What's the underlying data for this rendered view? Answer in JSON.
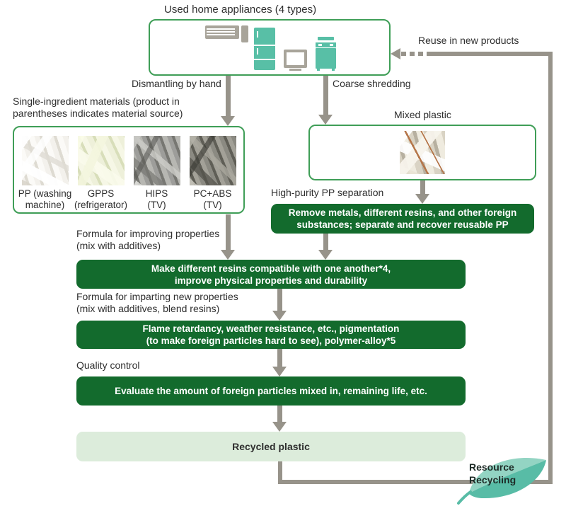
{
  "colors": {
    "dark_green": "#136b2d",
    "light_green": "#dcecdb",
    "border_green": "#3f9e57",
    "line_gray": "#97938a",
    "teal": "#58bfa6",
    "appliance_gray": "#a8a49a",
    "text_dark": "#2f2f2f",
    "leaf_light": "#93d4c3",
    "leaf_dark": "#58bca6"
  },
  "header": {
    "title": "Used home appliances (4 types)",
    "appliances": [
      "air-conditioner",
      "refrigerator",
      "monitor",
      "washing-machine"
    ]
  },
  "reuse_label": "Reuse in new products",
  "branch_left_label": "Dismantling by hand",
  "branch_right_label": "Coarse shredding",
  "materials": {
    "caption_line1": "Single-ingredient materials (product in",
    "caption_line2": "parentheses indicates material source)",
    "items": [
      {
        "line1": "PP (washing",
        "line2": "machine)"
      },
      {
        "line1": "GPPS",
        "line2": "(refrigerator)"
      },
      {
        "line1": "HIPS",
        "line2": "(TV)"
      },
      {
        "line1": "PC+ABS",
        "line2": "(TV)"
      }
    ]
  },
  "mixed_label": "Mixed plastic",
  "separation": {
    "label": "High-purity PP separation",
    "line1": "Remove metals, different resins, and other foreign",
    "line2": "substances; separate and recover reusable PP"
  },
  "step1": {
    "label_line1": "Formula for improving properties",
    "label_line2": "(mix with additives)",
    "line1": "Make different resins compatible with one another*4,",
    "line2": "improve physical properties and durability"
  },
  "step2": {
    "label_line1": "Formula for imparting new properties",
    "label_line2": "(mix with additives, blend resins)",
    "line1": "Flame retardancy, weather resistance, etc., pigmentation",
    "line2": "(to make foreign particles hard to see), polymer-alloy*5"
  },
  "step3": {
    "label": "Quality control",
    "line1": "Evaluate the amount of foreign particles mixed in, remaining life, etc."
  },
  "result_label": "Recycled plastic",
  "leaf": {
    "line1": "Resource",
    "line2": "Recycling"
  }
}
